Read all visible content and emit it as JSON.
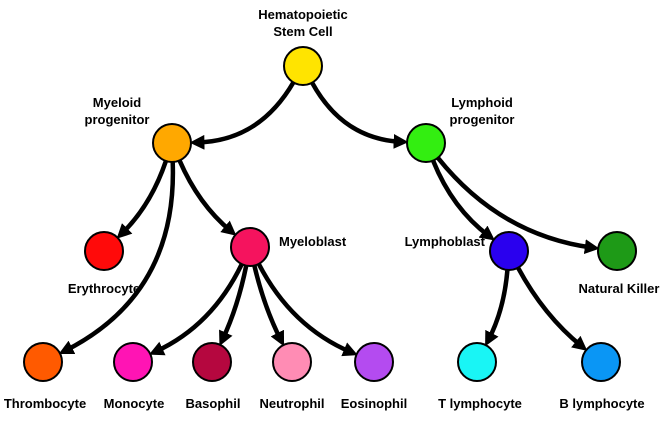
{
  "diagram": {
    "nodes": [
      {
        "id": "hsc",
        "label_lines": [
          "Hematopoietic",
          "Stem Cell"
        ],
        "color": "#FFE400"
      },
      {
        "id": "myeloid",
        "label_lines": [
          "Myeloid",
          "progenitor"
        ],
        "color": "#FFA800"
      },
      {
        "id": "lymphoid",
        "label_lines": [
          "Lymphoid",
          "progenitor"
        ],
        "color": "#33EE11"
      },
      {
        "id": "erythrocyte",
        "label_lines": [
          "Erythrocyte"
        ],
        "color": "#FF0A0A"
      },
      {
        "id": "myeloblast",
        "label_lines": [
          "Myeloblast"
        ],
        "color": "#F5135E"
      },
      {
        "id": "lymphoblast",
        "label_lines": [
          "Lymphoblast"
        ],
        "color": "#2A00EE"
      },
      {
        "id": "nk",
        "label_lines": [
          "Natural Killer"
        ],
        "color": "#1E9A17"
      },
      {
        "id": "thrombocyte",
        "label_lines": [
          "Thrombocyte"
        ],
        "color": "#FF5A00"
      },
      {
        "id": "monocyte",
        "label_lines": [
          "Monocyte"
        ],
        "color": "#FF14B4"
      },
      {
        "id": "basophil",
        "label_lines": [
          "Basophil"
        ],
        "color": "#B5073F"
      },
      {
        "id": "neutrophil",
        "label_lines": [
          "Neutrophil"
        ],
        "color": "#FF8CB4"
      },
      {
        "id": "eosinophil",
        "label_lines": [
          "Eosinophil"
        ],
        "color": "#B44BF0"
      },
      {
        "id": "tlymph",
        "label_lines": [
          "T lymphocyte"
        ],
        "color": "#19F5F5"
      },
      {
        "id": "blymph",
        "label_lines": [
          "B lymphocyte"
        ],
        "color": "#0A96F5"
      }
    ],
    "edges": [
      {
        "from": "hsc",
        "to": "myeloid"
      },
      {
        "from": "hsc",
        "to": "lymphoid"
      },
      {
        "from": "myeloid",
        "to": "erythrocyte"
      },
      {
        "from": "myeloid",
        "to": "myeloblast"
      },
      {
        "from": "myeloid",
        "to": "thrombocyte"
      },
      {
        "from": "myeloblast",
        "to": "monocyte"
      },
      {
        "from": "myeloblast",
        "to": "basophil"
      },
      {
        "from": "myeloblast",
        "to": "neutrophil"
      },
      {
        "from": "myeloblast",
        "to": "eosinophil"
      },
      {
        "from": "lymphoid",
        "to": "lymphoblast"
      },
      {
        "from": "lymphoid",
        "to": "nk"
      },
      {
        "from": "lymphoblast",
        "to": "tlymph"
      },
      {
        "from": "lymphoblast",
        "to": "blymph"
      }
    ]
  }
}
